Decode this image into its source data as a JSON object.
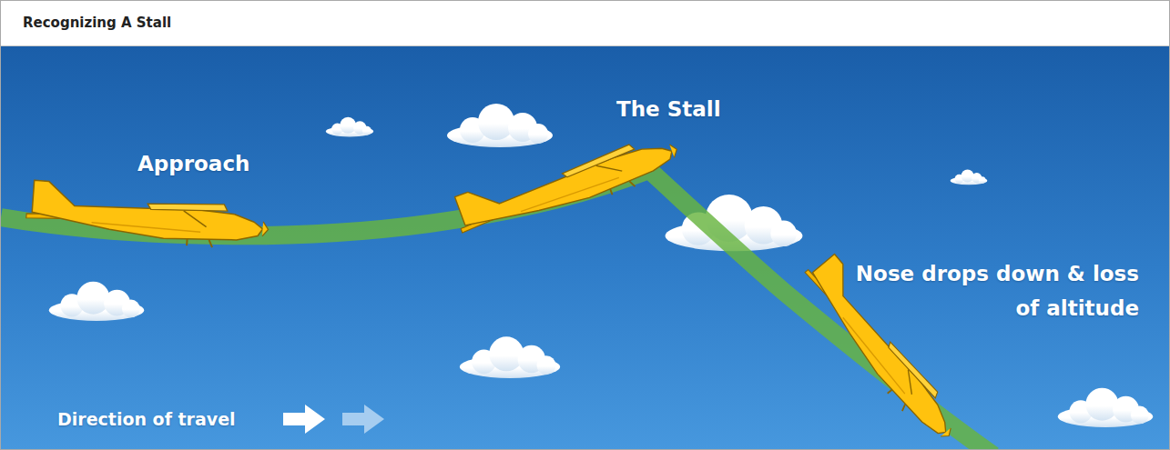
{
  "diagram": {
    "title": "Recognizing A Stall",
    "labels": [
      "Approach",
      "The Stall",
      "Nose drops down & loss of altitude",
      "Direction of travel"
    ]
  }
}
